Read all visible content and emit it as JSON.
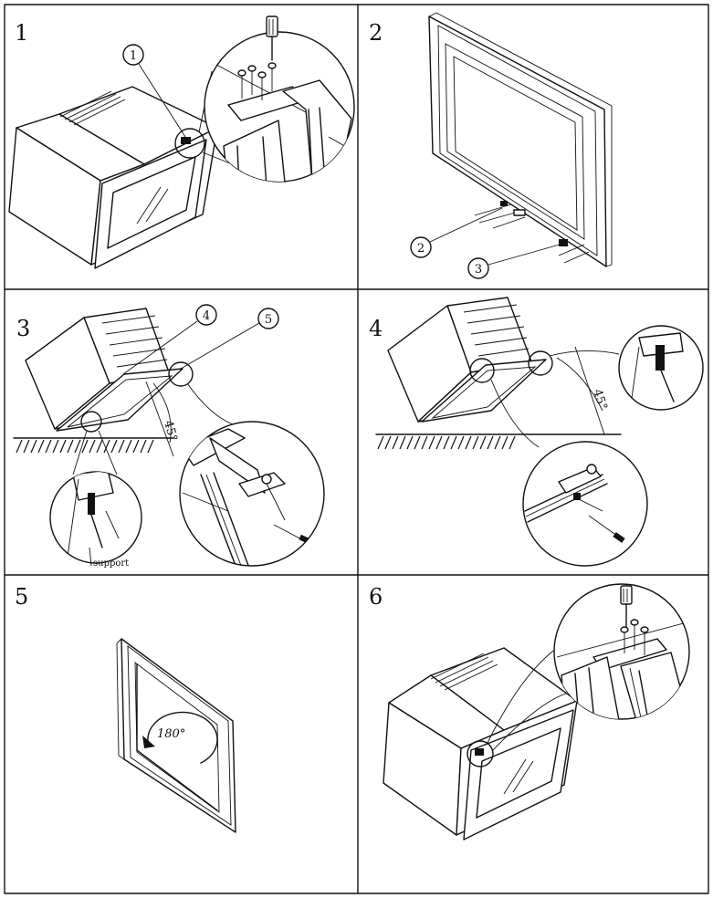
{
  "panels": [
    {
      "step": "1",
      "callouts": [
        "1"
      ]
    },
    {
      "step": "2",
      "callouts": [
        "2",
        "3"
      ]
    },
    {
      "step": "3",
      "callouts": [
        "4",
        "5"
      ],
      "angle": "45°",
      "support_label": "support"
    },
    {
      "step": "4",
      "angle": "45°"
    },
    {
      "step": "5",
      "rotation": "180°"
    },
    {
      "step": "6"
    }
  ],
  "colors": {
    "line": "#111111",
    "background": "#ffffff"
  }
}
